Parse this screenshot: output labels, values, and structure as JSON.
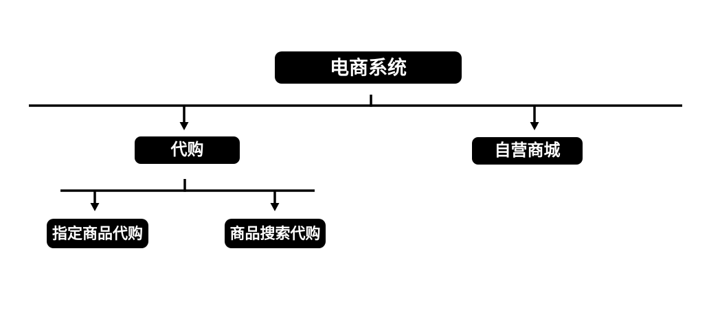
{
  "diagram": {
    "type": "org-tree",
    "root": {
      "label": "电商系统",
      "children": [
        {
          "label": "代购",
          "children": [
            {
              "label": "指定商品代购",
              "children": []
            },
            {
              "label": "商品搜索代购",
              "children": []
            }
          ]
        },
        {
          "label": "自营商城",
          "children": []
        }
      ]
    }
  },
  "colors": {
    "background": "#ffffff",
    "node_fill": "#000000",
    "node_text": "#ffffff",
    "connector": "#000000"
  }
}
